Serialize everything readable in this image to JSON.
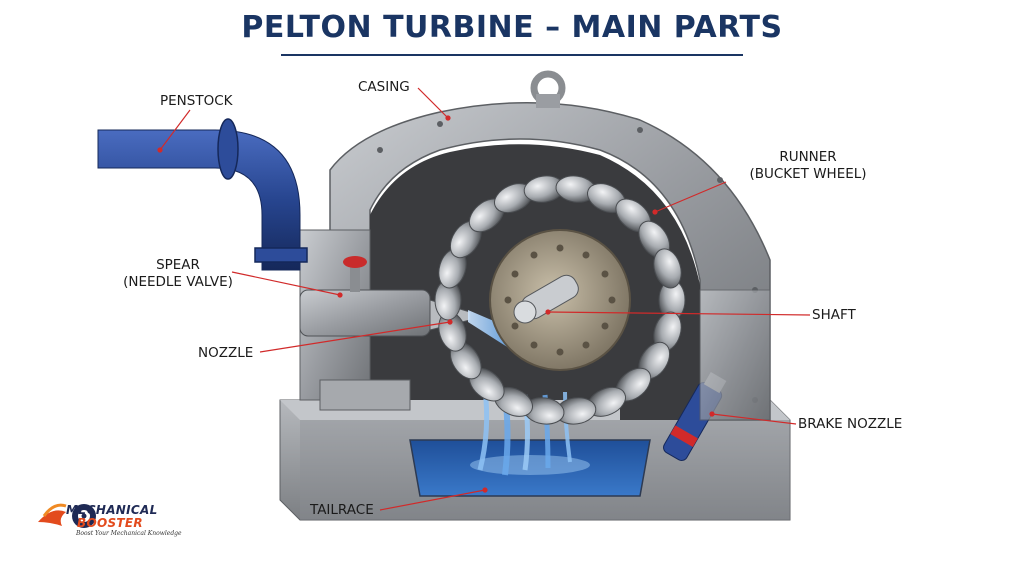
{
  "title": "PELTON TURBINE – MAIN PARTS",
  "labels": {
    "penstock": "PENSTOCK",
    "casing": "CASING",
    "runner_line1": "RUNNER",
    "runner_line2": "(BUCKET WHEEL)",
    "spear_line1": "SPEAR",
    "spear_line2": "(NEEDLE VALVE)",
    "nozzle": "NOZZLE",
    "shaft": "SHAFT",
    "brake_nozzle": "BRAKE NOZZLE",
    "tailrace": "TAILRACE"
  },
  "logo": {
    "line1": "MECHANICAL",
    "line2": "BOOSTER",
    "tagline": "Boost Your Mechanical Knowledge"
  },
  "colors": {
    "title": "#1a3563",
    "leader_line": "#d12a2a",
    "penstock": "#27458f",
    "metal": "#9a9da2",
    "water": "#3a79c9"
  }
}
